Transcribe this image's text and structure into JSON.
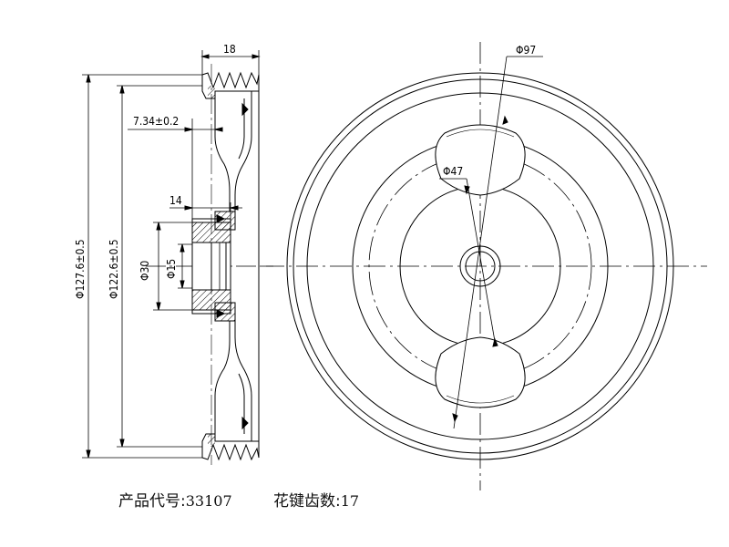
{
  "dimensions": {
    "width_top": "18",
    "groove_offset": "7.34±0.2",
    "hub_width": "14",
    "hub_outer_dia": "Φ30",
    "bore_dia": "Φ15",
    "outer_dia": "Φ127.6±0.5",
    "groove_dia": "Φ122.6±0.5",
    "hole_circle_dia": "Φ97",
    "inner_circle_dia": "Φ47"
  },
  "caption": {
    "product_label": "产品代号:",
    "product_code": "33107",
    "spline_label": "花键齿数:",
    "spline_count": "17"
  },
  "colors": {
    "line": "#000000",
    "background": "#ffffff"
  }
}
